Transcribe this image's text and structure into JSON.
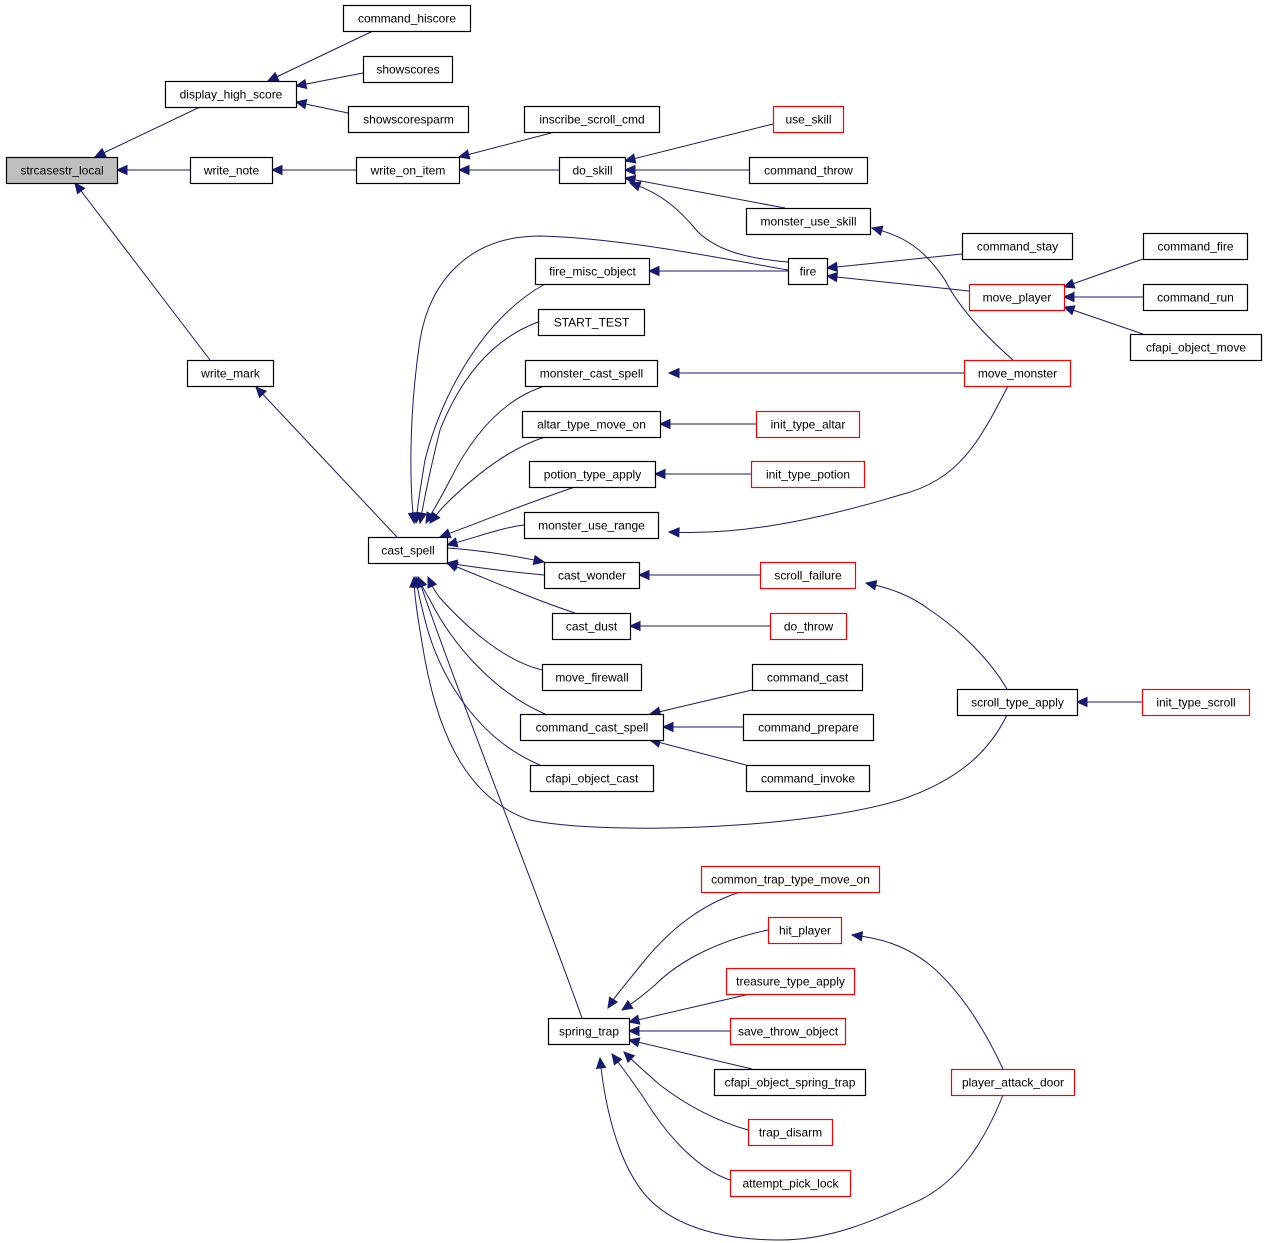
{
  "diagram": {
    "type": "call-graph",
    "title": "strcasestr_local caller graph",
    "colors": {
      "edge": "#191970",
      "root_fill": "#bfbfbf",
      "node_fill": "#ffffff",
      "node_border": "#000000",
      "truncated_border": "#ff0000"
    },
    "nodes": [
      {
        "id": "strcasestr_local",
        "label": "strcasestr_local",
        "style": "root"
      },
      {
        "id": "display_high_score",
        "label": "display_high_score",
        "style": "normal"
      },
      {
        "id": "write_note",
        "label": "write_note",
        "style": "normal"
      },
      {
        "id": "write_mark",
        "label": "write_mark",
        "style": "normal"
      },
      {
        "id": "command_hiscore",
        "label": "command_hiscore",
        "style": "normal"
      },
      {
        "id": "showscores",
        "label": "showscores",
        "style": "normal"
      },
      {
        "id": "showscoresparm",
        "label": "showscoresparm",
        "style": "normal"
      },
      {
        "id": "write_on_item",
        "label": "write_on_item",
        "style": "normal"
      },
      {
        "id": "inscribe_scroll_cmd",
        "label": "inscribe_scroll_cmd",
        "style": "normal"
      },
      {
        "id": "do_skill",
        "label": "do_skill",
        "style": "normal"
      },
      {
        "id": "use_skill",
        "label": "use_skill",
        "style": "truncated"
      },
      {
        "id": "command_throw",
        "label": "command_throw",
        "style": "normal"
      },
      {
        "id": "monster_use_skill",
        "label": "monster_use_skill",
        "style": "normal"
      },
      {
        "id": "fire",
        "label": "fire",
        "style": "normal"
      },
      {
        "id": "command_stay",
        "label": "command_stay",
        "style": "normal"
      },
      {
        "id": "move_player",
        "label": "move_player",
        "style": "truncated"
      },
      {
        "id": "command_fire",
        "label": "command_fire",
        "style": "normal"
      },
      {
        "id": "command_run",
        "label": "command_run",
        "style": "normal"
      },
      {
        "id": "cfapi_object_move",
        "label": "cfapi_object_move",
        "style": "normal"
      },
      {
        "id": "move_monster",
        "label": "move_monster",
        "style": "truncated"
      },
      {
        "id": "cast_spell",
        "label": "cast_spell",
        "style": "normal"
      },
      {
        "id": "fire_misc_object",
        "label": "fire_misc_object",
        "style": "normal"
      },
      {
        "id": "START_TEST",
        "label": "START_TEST",
        "style": "normal"
      },
      {
        "id": "monster_cast_spell",
        "label": "monster_cast_spell",
        "style": "normal"
      },
      {
        "id": "altar_type_move_on",
        "label": "altar_type_move_on",
        "style": "normal"
      },
      {
        "id": "init_type_altar",
        "label": "init_type_altar",
        "style": "truncated"
      },
      {
        "id": "potion_type_apply",
        "label": "potion_type_apply",
        "style": "normal"
      },
      {
        "id": "init_type_potion",
        "label": "init_type_potion",
        "style": "truncated"
      },
      {
        "id": "monster_use_range",
        "label": "monster_use_range",
        "style": "normal"
      },
      {
        "id": "cast_wonder",
        "label": "cast_wonder",
        "style": "normal"
      },
      {
        "id": "scroll_failure",
        "label": "scroll_failure",
        "style": "truncated"
      },
      {
        "id": "cast_dust",
        "label": "cast_dust",
        "style": "normal"
      },
      {
        "id": "do_throw",
        "label": "do_throw",
        "style": "truncated"
      },
      {
        "id": "move_firewall",
        "label": "move_firewall",
        "style": "normal"
      },
      {
        "id": "command_cast_spell",
        "label": "command_cast_spell",
        "style": "normal"
      },
      {
        "id": "command_cast",
        "label": "command_cast",
        "style": "normal"
      },
      {
        "id": "command_prepare",
        "label": "command_prepare",
        "style": "normal"
      },
      {
        "id": "command_invoke",
        "label": "command_invoke",
        "style": "normal"
      },
      {
        "id": "cfapi_object_cast",
        "label": "cfapi_object_cast",
        "style": "normal"
      },
      {
        "id": "scroll_type_apply",
        "label": "scroll_type_apply",
        "style": "normal"
      },
      {
        "id": "init_type_scroll",
        "label": "init_type_scroll",
        "style": "truncated"
      },
      {
        "id": "spring_trap",
        "label": "spring_trap",
        "style": "normal"
      },
      {
        "id": "common_trap_type_move_on",
        "label": "common_trap_type_move_on",
        "style": "truncated"
      },
      {
        "id": "hit_player",
        "label": "hit_player",
        "style": "truncated"
      },
      {
        "id": "treasure_type_apply",
        "label": "treasure_type_apply",
        "style": "truncated"
      },
      {
        "id": "save_throw_object",
        "label": "save_throw_object",
        "style": "truncated"
      },
      {
        "id": "cfapi_object_spring_trap",
        "label": "cfapi_object_spring_trap",
        "style": "normal"
      },
      {
        "id": "trap_disarm",
        "label": "trap_disarm",
        "style": "truncated"
      },
      {
        "id": "attempt_pick_lock",
        "label": "attempt_pick_lock",
        "style": "truncated"
      },
      {
        "id": "player_attack_door",
        "label": "player_attack_door",
        "style": "truncated"
      }
    ],
    "edges": [
      {
        "from": "display_high_score",
        "to": "strcasestr_local"
      },
      {
        "from": "write_note",
        "to": "strcasestr_local"
      },
      {
        "from": "write_mark",
        "to": "strcasestr_local"
      },
      {
        "from": "command_hiscore",
        "to": "display_high_score"
      },
      {
        "from": "showscores",
        "to": "display_high_score"
      },
      {
        "from": "showscoresparm",
        "to": "display_high_score"
      },
      {
        "from": "write_on_item",
        "to": "write_note"
      },
      {
        "from": "inscribe_scroll_cmd",
        "to": "write_on_item"
      },
      {
        "from": "do_skill",
        "to": "write_on_item"
      },
      {
        "from": "use_skill",
        "to": "do_skill"
      },
      {
        "from": "command_throw",
        "to": "do_skill"
      },
      {
        "from": "monster_use_skill",
        "to": "do_skill"
      },
      {
        "from": "fire",
        "to": "do_skill"
      },
      {
        "from": "command_stay",
        "to": "fire"
      },
      {
        "from": "move_player",
        "to": "fire"
      },
      {
        "from": "command_fire",
        "to": "move_player"
      },
      {
        "from": "command_run",
        "to": "move_player"
      },
      {
        "from": "cfapi_object_move",
        "to": "move_player"
      },
      {
        "from": "move_monster",
        "to": "monster_use_skill"
      },
      {
        "from": "cast_spell",
        "to": "write_mark"
      },
      {
        "from": "fire",
        "to": "cast_spell"
      },
      {
        "from": "fire_misc_object",
        "to": "cast_spell"
      },
      {
        "from": "fire",
        "to": "fire_misc_object"
      },
      {
        "from": "START_TEST",
        "to": "cast_spell"
      },
      {
        "from": "monster_cast_spell",
        "to": "cast_spell"
      },
      {
        "from": "move_monster",
        "to": "monster_cast_spell"
      },
      {
        "from": "altar_type_move_on",
        "to": "cast_spell"
      },
      {
        "from": "init_type_altar",
        "to": "altar_type_move_on"
      },
      {
        "from": "potion_type_apply",
        "to": "cast_spell"
      },
      {
        "from": "init_type_potion",
        "to": "potion_type_apply"
      },
      {
        "from": "monster_use_range",
        "to": "cast_spell"
      },
      {
        "from": "move_monster",
        "to": "monster_use_range"
      },
      {
        "from": "cast_wonder",
        "to": "cast_spell"
      },
      {
        "from": "cast_spell",
        "to": "cast_wonder"
      },
      {
        "from": "scroll_failure",
        "to": "cast_wonder"
      },
      {
        "from": "scroll_type_apply",
        "to": "scroll_failure"
      },
      {
        "from": "cast_dust",
        "to": "cast_spell"
      },
      {
        "from": "do_throw",
        "to": "cast_dust"
      },
      {
        "from": "move_firewall",
        "to": "cast_spell"
      },
      {
        "from": "command_cast_spell",
        "to": "cast_spell"
      },
      {
        "from": "command_cast",
        "to": "command_cast_spell"
      },
      {
        "from": "command_prepare",
        "to": "command_cast_spell"
      },
      {
        "from": "command_invoke",
        "to": "command_cast_spell"
      },
      {
        "from": "cfapi_object_cast",
        "to": "cast_spell"
      },
      {
        "from": "scroll_type_apply",
        "to": "cast_spell"
      },
      {
        "from": "init_type_scroll",
        "to": "scroll_type_apply"
      },
      {
        "from": "spring_trap",
        "to": "cast_spell"
      },
      {
        "from": "common_trap_type_move_on",
        "to": "spring_trap"
      },
      {
        "from": "hit_player",
        "to": "spring_trap"
      },
      {
        "from": "player_attack_door",
        "to": "hit_player"
      },
      {
        "from": "treasure_type_apply",
        "to": "spring_trap"
      },
      {
        "from": "save_throw_object",
        "to": "spring_trap"
      },
      {
        "from": "cfapi_object_spring_trap",
        "to": "spring_trap"
      },
      {
        "from": "trap_disarm",
        "to": "spring_trap"
      },
      {
        "from": "attempt_pick_lock",
        "to": "spring_trap"
      },
      {
        "from": "player_attack_door",
        "to": "spring_trap"
      }
    ]
  }
}
